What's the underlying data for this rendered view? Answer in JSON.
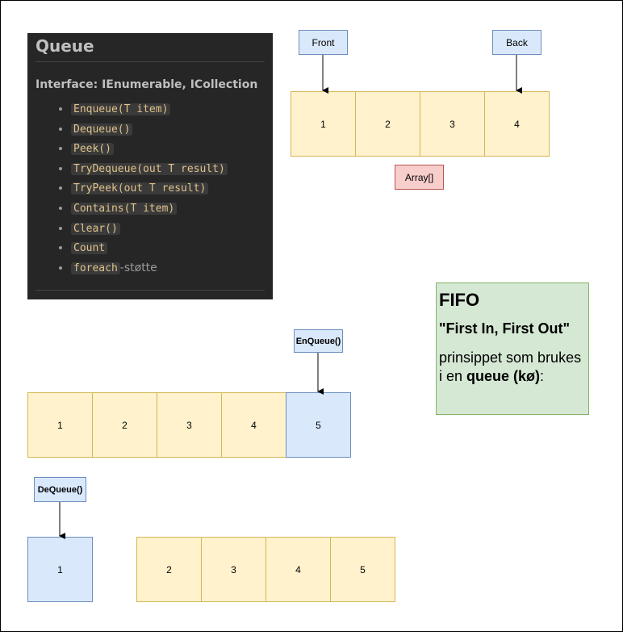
{
  "panel": {
    "title": "Queue",
    "interface": "Interface: IEnumerable, ICollection",
    "methods": [
      "Enqueue(T item)",
      "Dequeue()",
      "Peek()",
      "TryDequeue(out T result)",
      "TryPeek(out T result)",
      "Contains(T item)",
      "Clear()",
      "Count",
      "foreach"
    ],
    "foreach_suffix": "-støtte"
  },
  "top": {
    "front_label": "Front",
    "back_label": "Back",
    "cells": [
      "1",
      "2",
      "3",
      "4"
    ],
    "array_label": "Array[]"
  },
  "fifo": {
    "title": "FIFO",
    "quote": "\"First In, First Out\"",
    "text_pre": "prinsippet som brukes i en ",
    "text_bold": "queue (kø)",
    "text_post": ":"
  },
  "enqueue": {
    "label": "EnQueue()",
    "cells": [
      "1",
      "2",
      "3",
      "4",
      "5"
    ]
  },
  "dequeue": {
    "label": "DeQueue()",
    "removed": "1",
    "remaining": [
      "2",
      "3",
      "4",
      "5"
    ]
  },
  "colors": {
    "yellow_fill": "#fff2cc",
    "yellow_stroke": "#d6b656",
    "blue_fill": "#dae8fc",
    "blue_stroke": "#6c8ebf",
    "red_fill": "#f8cecc",
    "green_fill": "#d5e8d4",
    "panel_bg": "#262626"
  }
}
